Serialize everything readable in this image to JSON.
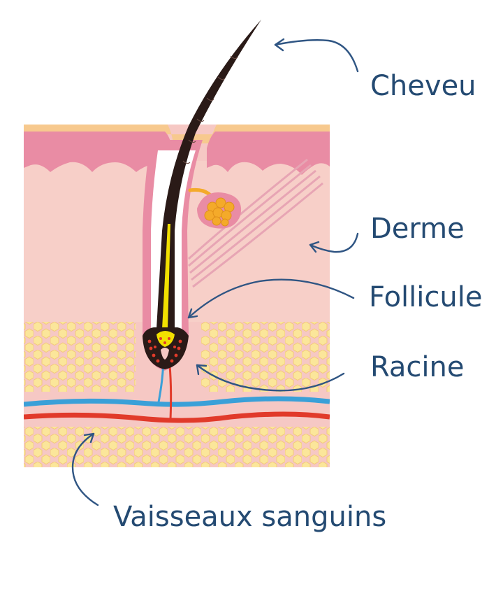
{
  "labels": {
    "hair": "Cheveu",
    "dermis": "Derme",
    "follicle": "Follicule",
    "root": "Racine",
    "blood_vessels": "Vaisseaux sanguins"
  },
  "colors": {
    "label_text": "#244a72",
    "arrow": "#2f5583",
    "epidermis": "#e98ca4",
    "skin_surface": "#f7c98e",
    "dermis": "#f6c8c4",
    "fat": "#fbe69a",
    "fat_outline": "#f3c97b",
    "hair": "#2a1a17",
    "hair_core": "#f2e000",
    "artery": "#e13a2a",
    "vein": "#3aa0d8",
    "sebaceous_gland": "#f4aa2a",
    "muscle": "#e7a5b4"
  }
}
